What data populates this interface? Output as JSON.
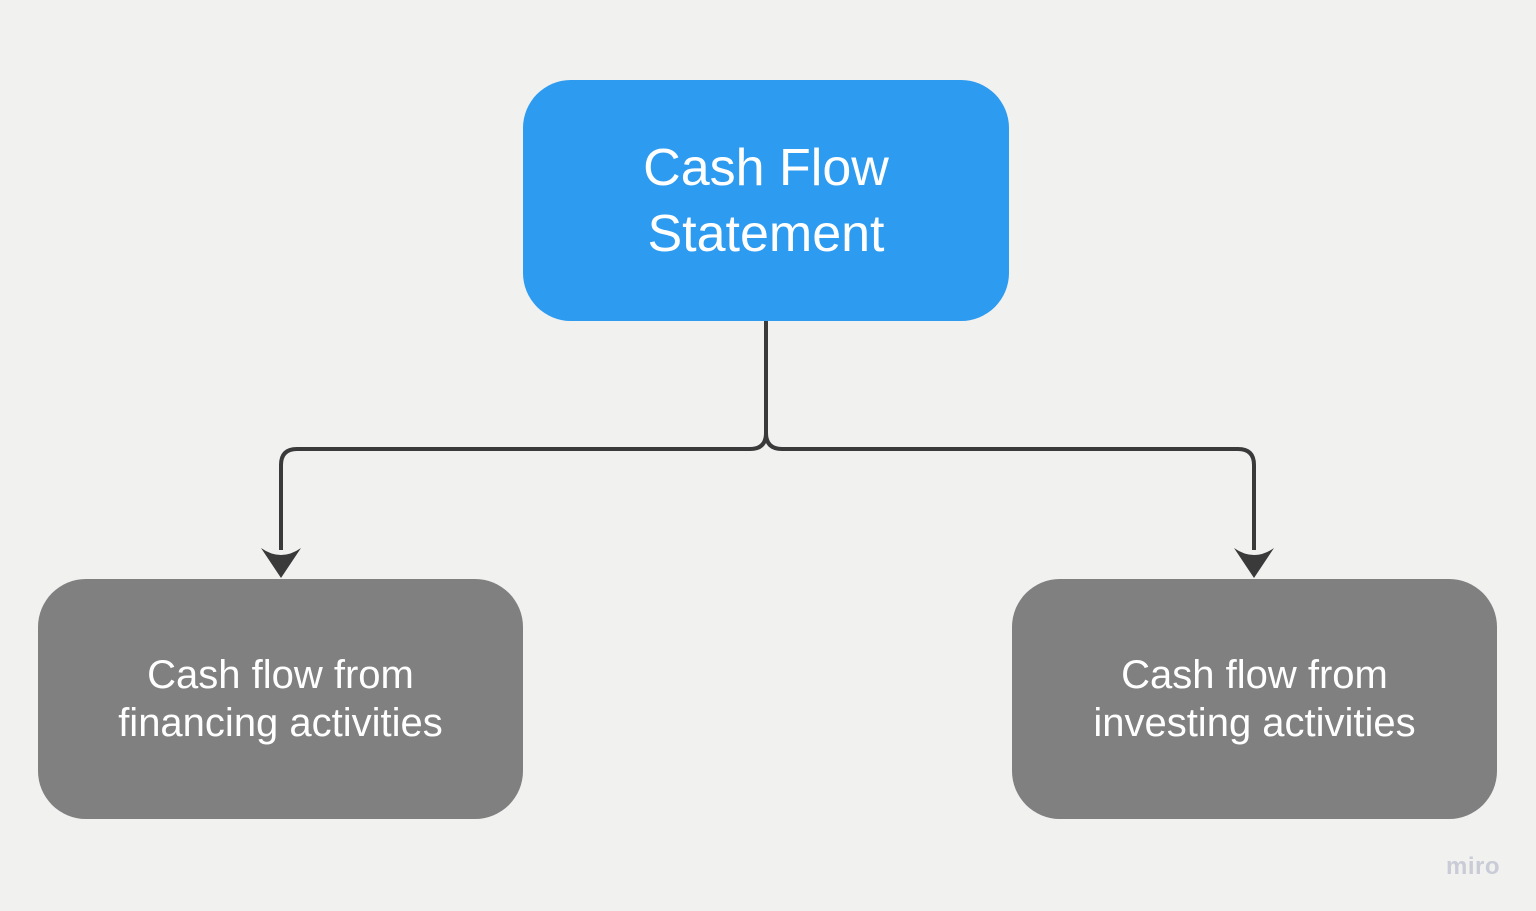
{
  "diagram": {
    "root_node": {
      "label": "Cash Flow\nStatement"
    },
    "child_nodes": [
      {
        "label": "Cash flow from\nfinancing activities"
      },
      {
        "label": "Cash flow from\ninvesting activities"
      }
    ]
  },
  "watermark": {
    "label": "miro"
  },
  "colors": {
    "background": "#F1F1F0",
    "root_node_fill": "#2D9BF0",
    "child_node_fill": "#808080",
    "node_text": "#FFFFFF",
    "connector": "#3A3A3A",
    "watermark_text": "#C9CCD6"
  }
}
